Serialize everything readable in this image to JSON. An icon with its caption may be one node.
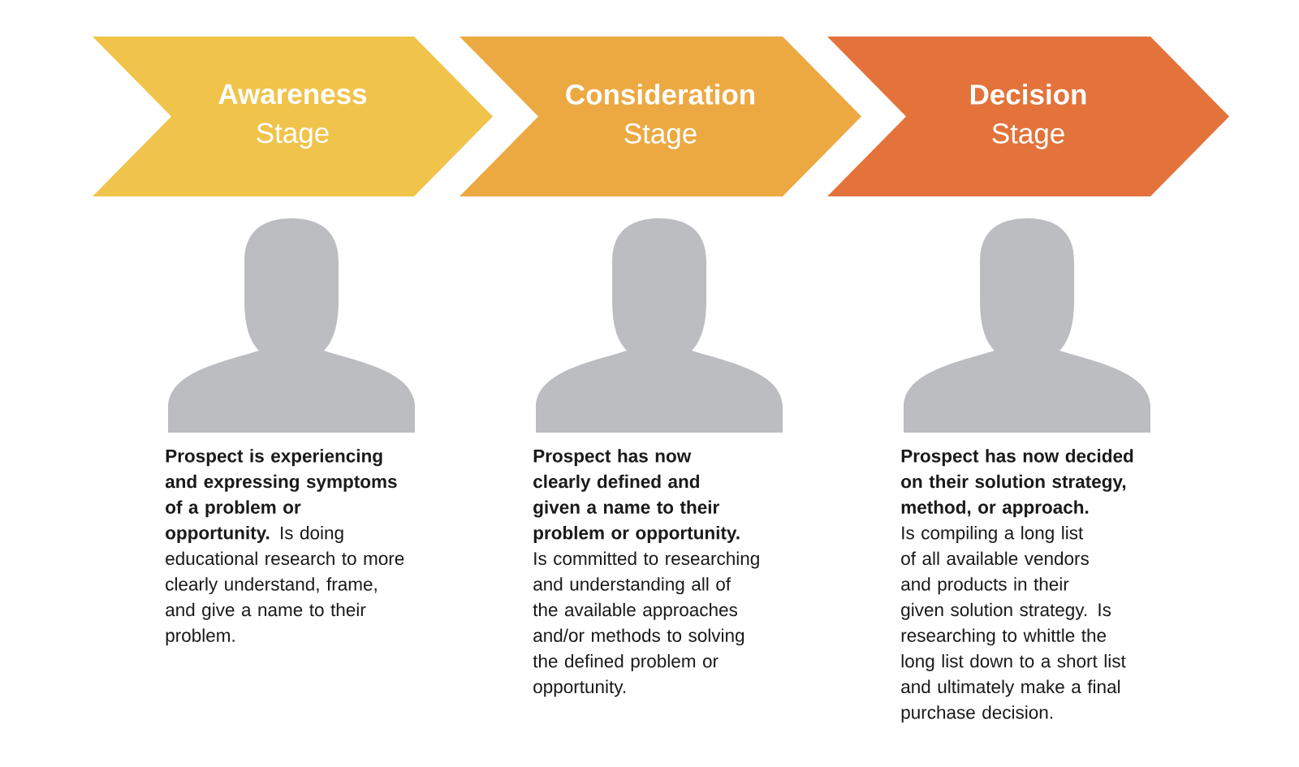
{
  "diagram": {
    "nodes": [
      {
        "text": [
          "Awareness",
          "Stage"
        ]
      },
      {
        "text": [
          "Consideration",
          "Stage"
        ]
      },
      {
        "text": [
          "Decision",
          "Stage"
        ]
      }
    ],
    "labels": [
      "**Prospect is experiencing and expressing symptoms of a problem or opportunity.** Is doing educational research to more clearly understand, frame, and give a name to their problem.",
      "**Prospect has now clearly defined and given a name to their problem or opportunity.** Is committed to researching and understanding all of the available approaches and/or methods to solving the defined problem or opportunity.",
      "**Prospect has now decided on their solution strategy, method, or approach.** Is compiling a long list of all available vendors and products in their given solution strategy. Is researching to whittle the long list down to a short list and ultimately make a final purchase decision."
    ]
  }
}
